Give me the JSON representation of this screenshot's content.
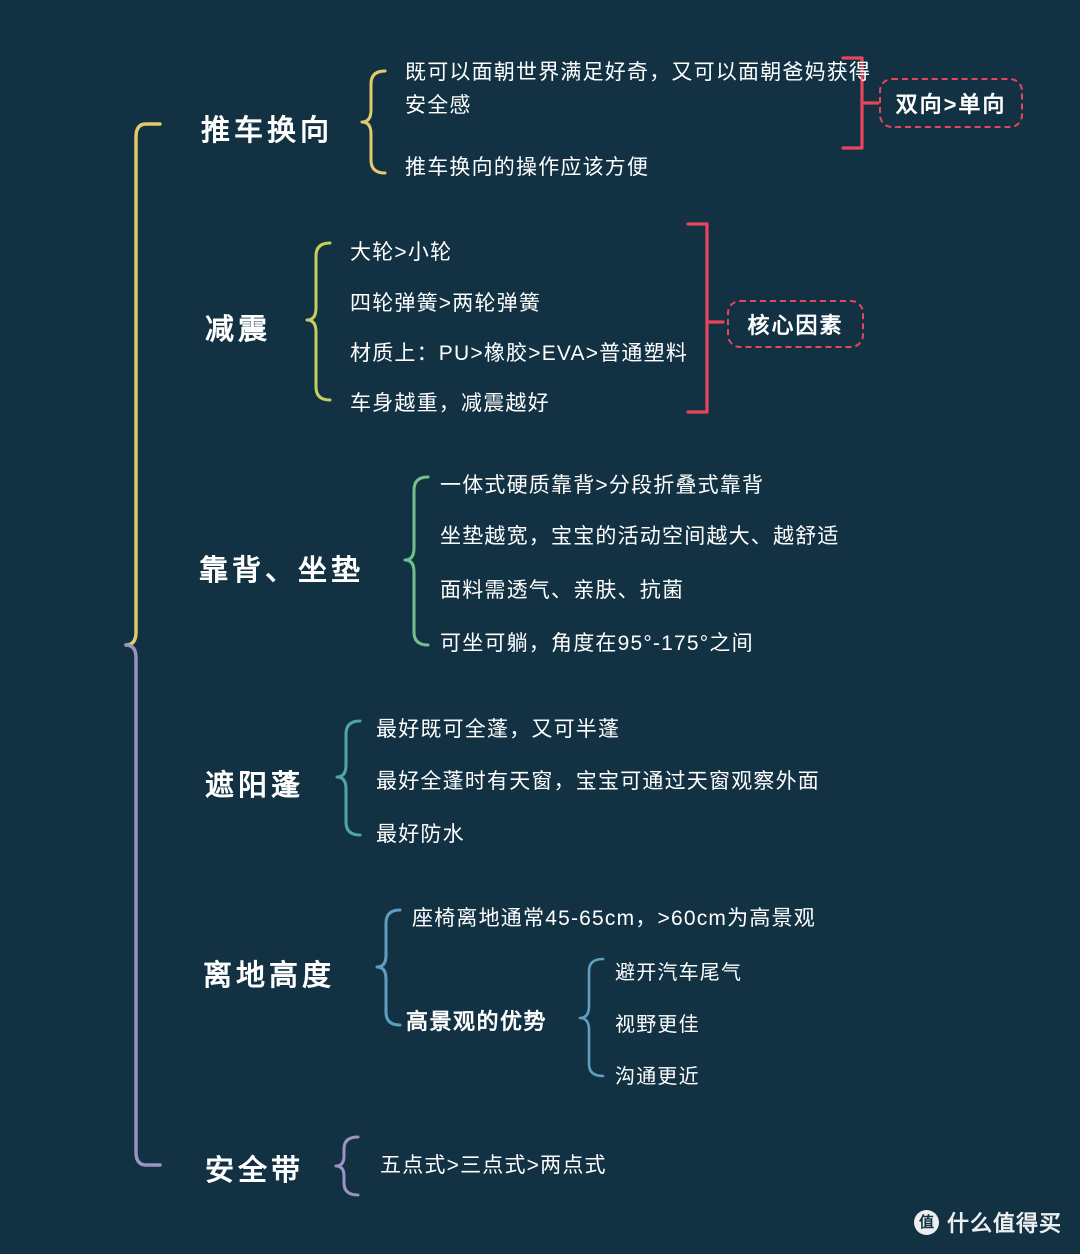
{
  "meta": {
    "background_color": "#123243",
    "text_color": "#ffffff"
  },
  "trunk": {
    "upper_color": "#e3ca6b",
    "lower_color": "#9b93c4"
  },
  "branches": [
    {
      "title": "推车换向",
      "brace_color": "#e3ca6b",
      "leaves": [
        "既可以面朝世界满足好奇，又可以面朝爸妈获得安全感",
        "推车换向的操作应该方便"
      ]
    },
    {
      "title": "减震",
      "brace_color": "#c5cf5e",
      "leaves": [
        "大轮>小轮",
        "四轮弹簧>两轮弹簧",
        "材质上：PU>橡胶>EVA>普通塑料",
        "车身越重，减震越好"
      ]
    },
    {
      "title": "靠背、坐垫",
      "brace_color": "#72c08c",
      "leaves": [
        "一体式硬质靠背>分段折叠式靠背",
        "坐垫越宽，宝宝的活动空间越大、越舒适",
        "面料需透气、亲肤、抗菌",
        "可坐可躺，角度在95°-175°之间"
      ]
    },
    {
      "title": "遮阳蓬",
      "brace_color": "#4fa8a0",
      "leaves": [
        "最好既可全蓬，又可半蓬",
        "最好全蓬时有天窗，宝宝可通过天窗观察外面",
        "最好防水"
      ]
    },
    {
      "title": "离地高度",
      "brace_color": "#5f9ec0",
      "leaves": [
        "座椅离地通常45-65cm，>60cm为高景观",
        "高景观的优势"
      ],
      "sub_branch": {
        "parent": "高景观的优势",
        "brace_color": "#5f9ec0",
        "leaves": [
          "避开汽车尾气",
          "视野更佳",
          "沟通更近"
        ]
      }
    },
    {
      "title": "安全带",
      "brace_color": "#9b93c4",
      "leaves": [
        "五点式>三点式>两点式"
      ]
    }
  ],
  "callouts": [
    {
      "label": "双向>单向",
      "color": "#e8445c",
      "bracket": "right-square"
    },
    {
      "label": "核心因素",
      "color": "#e8445c",
      "bracket": "right-square"
    }
  ],
  "watermark": {
    "logo_glyph": "值",
    "text": "什么值得买"
  }
}
